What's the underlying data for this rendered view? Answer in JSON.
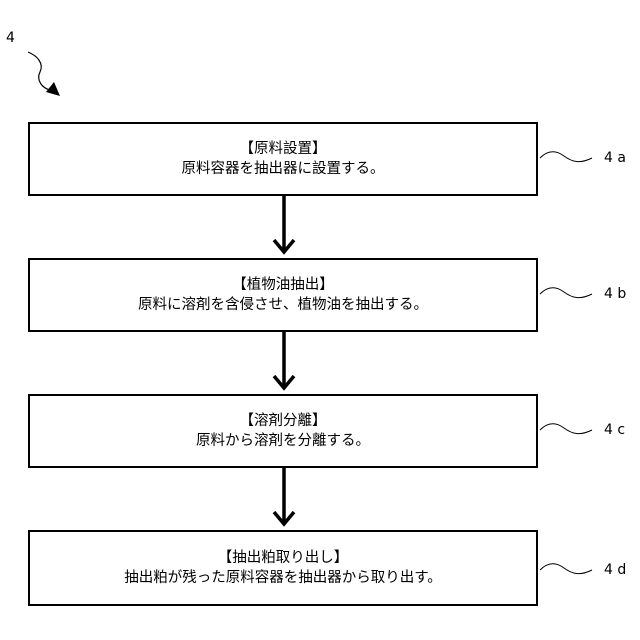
{
  "figure": {
    "label": "4"
  },
  "steps": [
    {
      "title": "【原料設置】",
      "description": "原料容器を抽出器に設置する。",
      "ref": "4 a"
    },
    {
      "title": "【植物油抽出】",
      "description": "原料に溶剤を含侵させ、植物油を抽出する。",
      "ref": "4 b"
    },
    {
      "title": "【溶剤分離】",
      "description": "原料から溶剤を分離する。",
      "ref": "4 c"
    },
    {
      "title": "【抽出粕取り出し】",
      "description": "抽出粕が残った原料容器を抽出器から取り出す。",
      "ref": "4 d"
    }
  ]
}
